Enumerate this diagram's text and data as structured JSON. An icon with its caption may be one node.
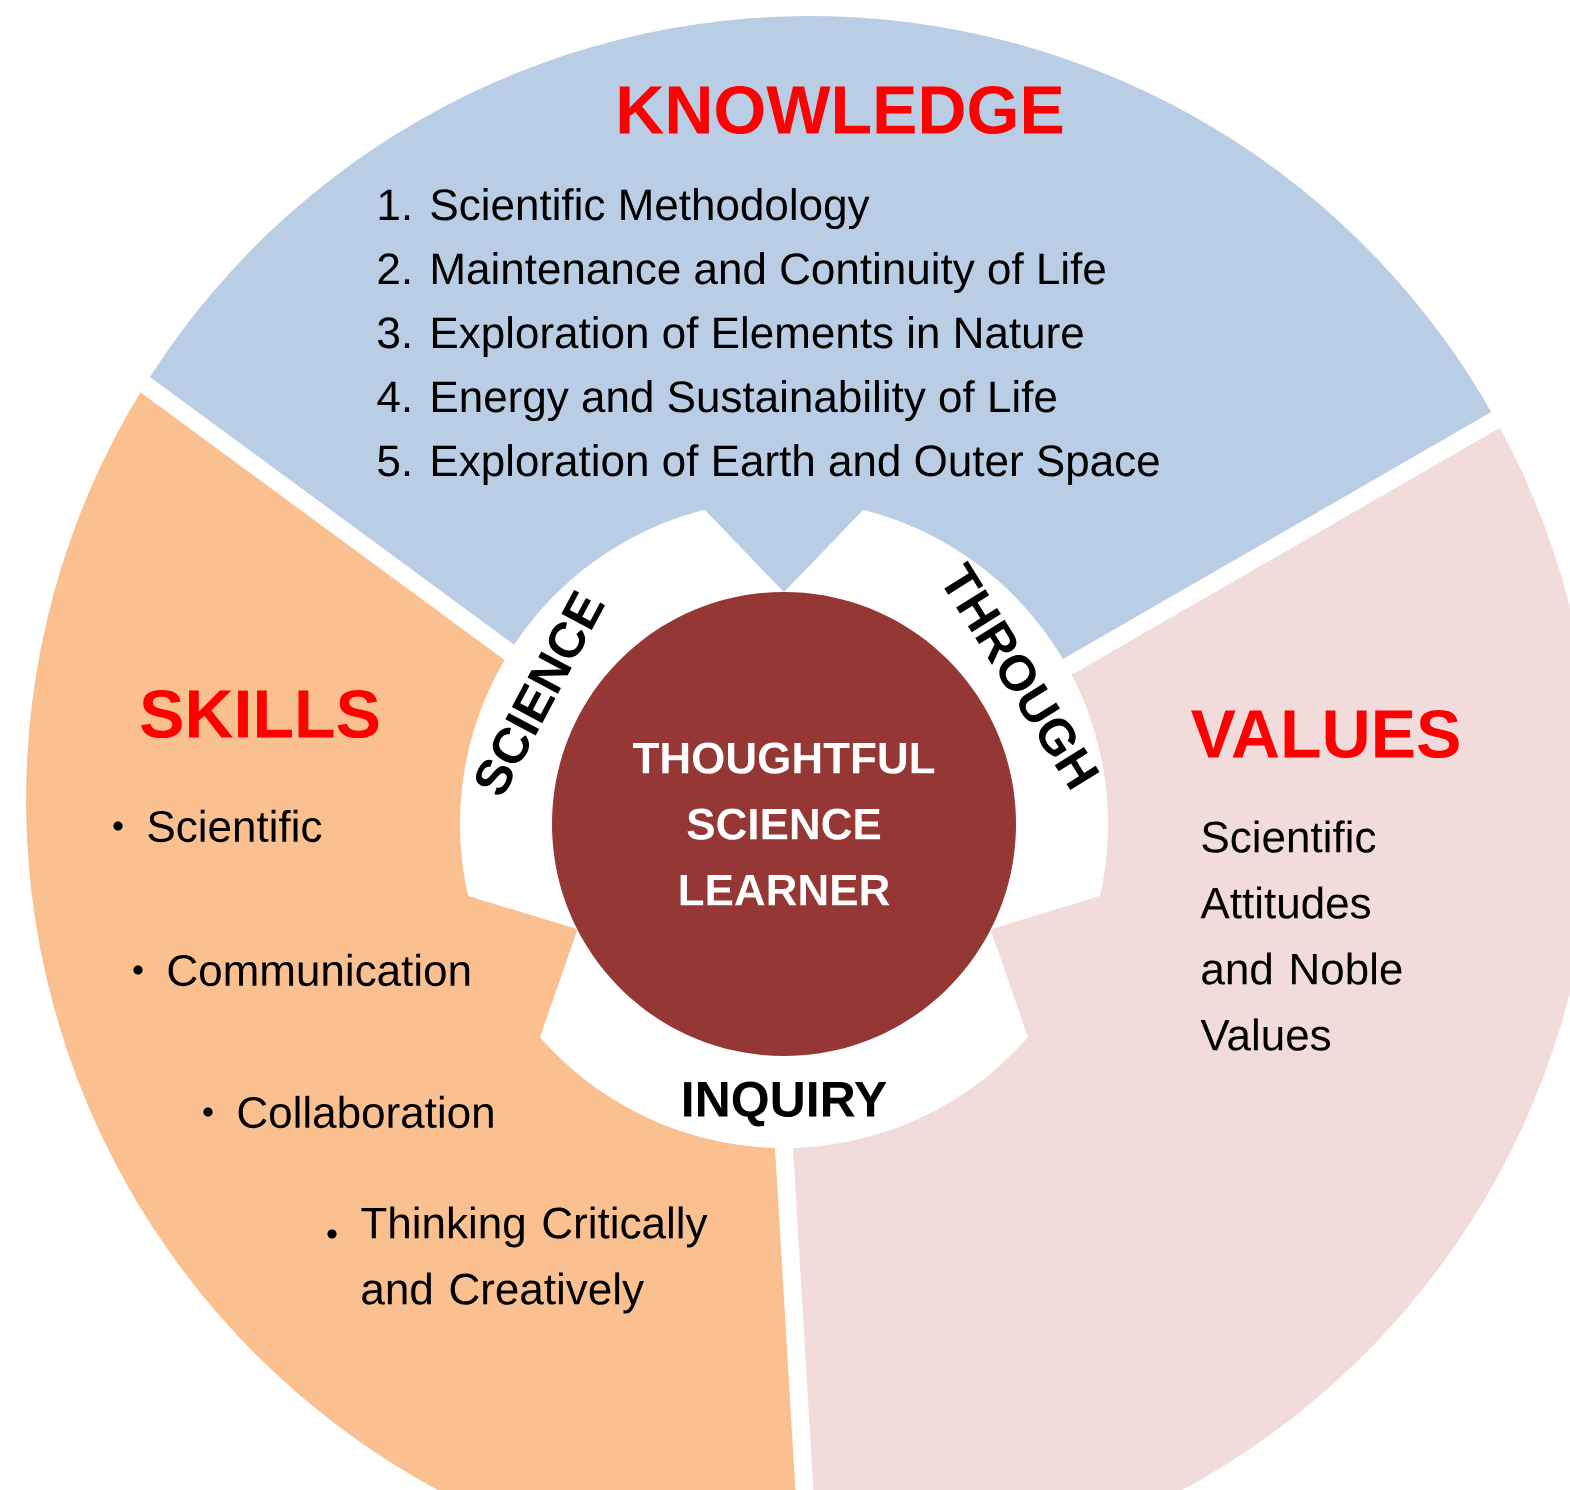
{
  "diagram": {
    "nodes": [
      {
        "text": [
          "KNOWLEDGE",
          "1. Scientific Methodology",
          "2. Maintenance and Continuity of Life",
          "3. Exploration of Elements in Nature",
          "4. Energy and Sustainability of Life",
          "5. Exploration of Earth and Outer Space"
        ]
      },
      {
        "text": [
          "SKILLS",
          "Scientific",
          "Communication",
          "Collaboration",
          "Thinking Critically and Creatively"
        ]
      },
      {
        "text": [
          "VALUES",
          "Scientific Attitudes and Noble Values"
        ]
      },
      {
        "text": [
          "THOUGHTFUL SCIENCE LEARNER"
        ]
      }
    ],
    "edges": [
      {
        "from": 0,
        "to": 3,
        "arrow": "to",
        "color": "#b9cde5"
      },
      {
        "from": 1,
        "to": 3,
        "arrow": "to",
        "color": "#fac090"
      },
      {
        "from": 2,
        "to": 3,
        "arrow": "to",
        "color": "#f2dcdb"
      }
    ],
    "labels": [
      "SCIENCE",
      "THROUGH",
      "INQUIRY"
    ]
  }
}
